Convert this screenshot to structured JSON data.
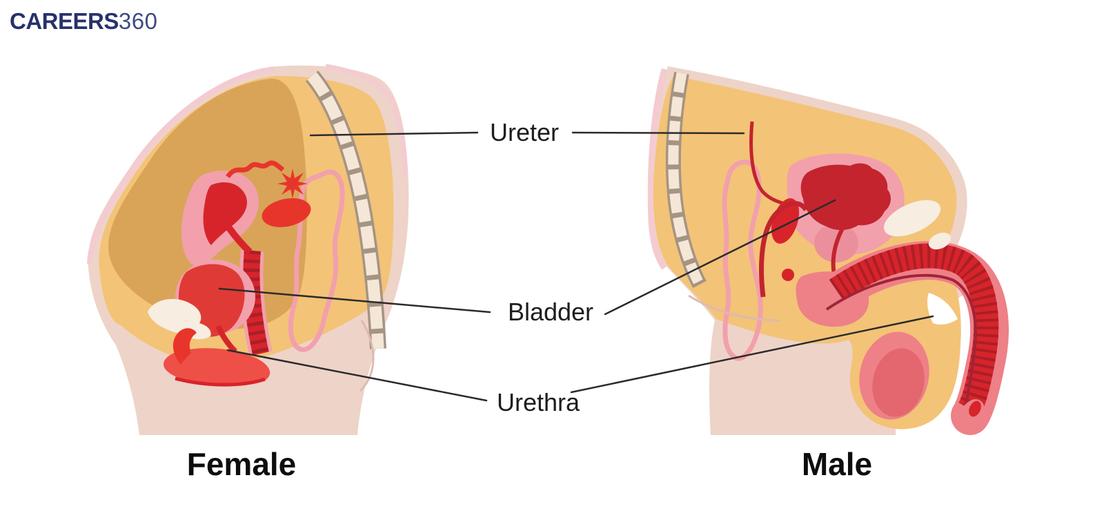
{
  "logo": {
    "brand": "CAREERS",
    "suffix": "360"
  },
  "labels": {
    "ureter": "Ureter",
    "bladder": "Bladder",
    "urethra": "Urethra"
  },
  "captions": {
    "female": "Female",
    "male": "Male"
  },
  "palette": {
    "bg": "#FFFFFF",
    "skin": "#EED3C8",
    "skinEdge": "#F3CBD1",
    "crease": "#DDBAAF",
    "tan": "#F3C377",
    "tanDark": "#D9A458",
    "bone": "#A69483",
    "boneFill": "#F4E7D7",
    "cream": "#F7EDE1",
    "pink": "#F2A0AC",
    "pinkSoft": "#EC8F9C",
    "red": "#E8352C",
    "redBright": "#EE4F47",
    "redBladder": "#E03A36",
    "redMid": "#D7242B",
    "redDeep": "#C3242E",
    "ribDark": "#AB1F28",
    "maroon": "#A02437",
    "salmon": "#EE8087",
    "salmonDeep": "#E4666E",
    "line": "#2B2B2B",
    "text": "#1D1D1D",
    "logoNavy": "#27316B",
    "logoLight": "#3F4A85"
  }
}
